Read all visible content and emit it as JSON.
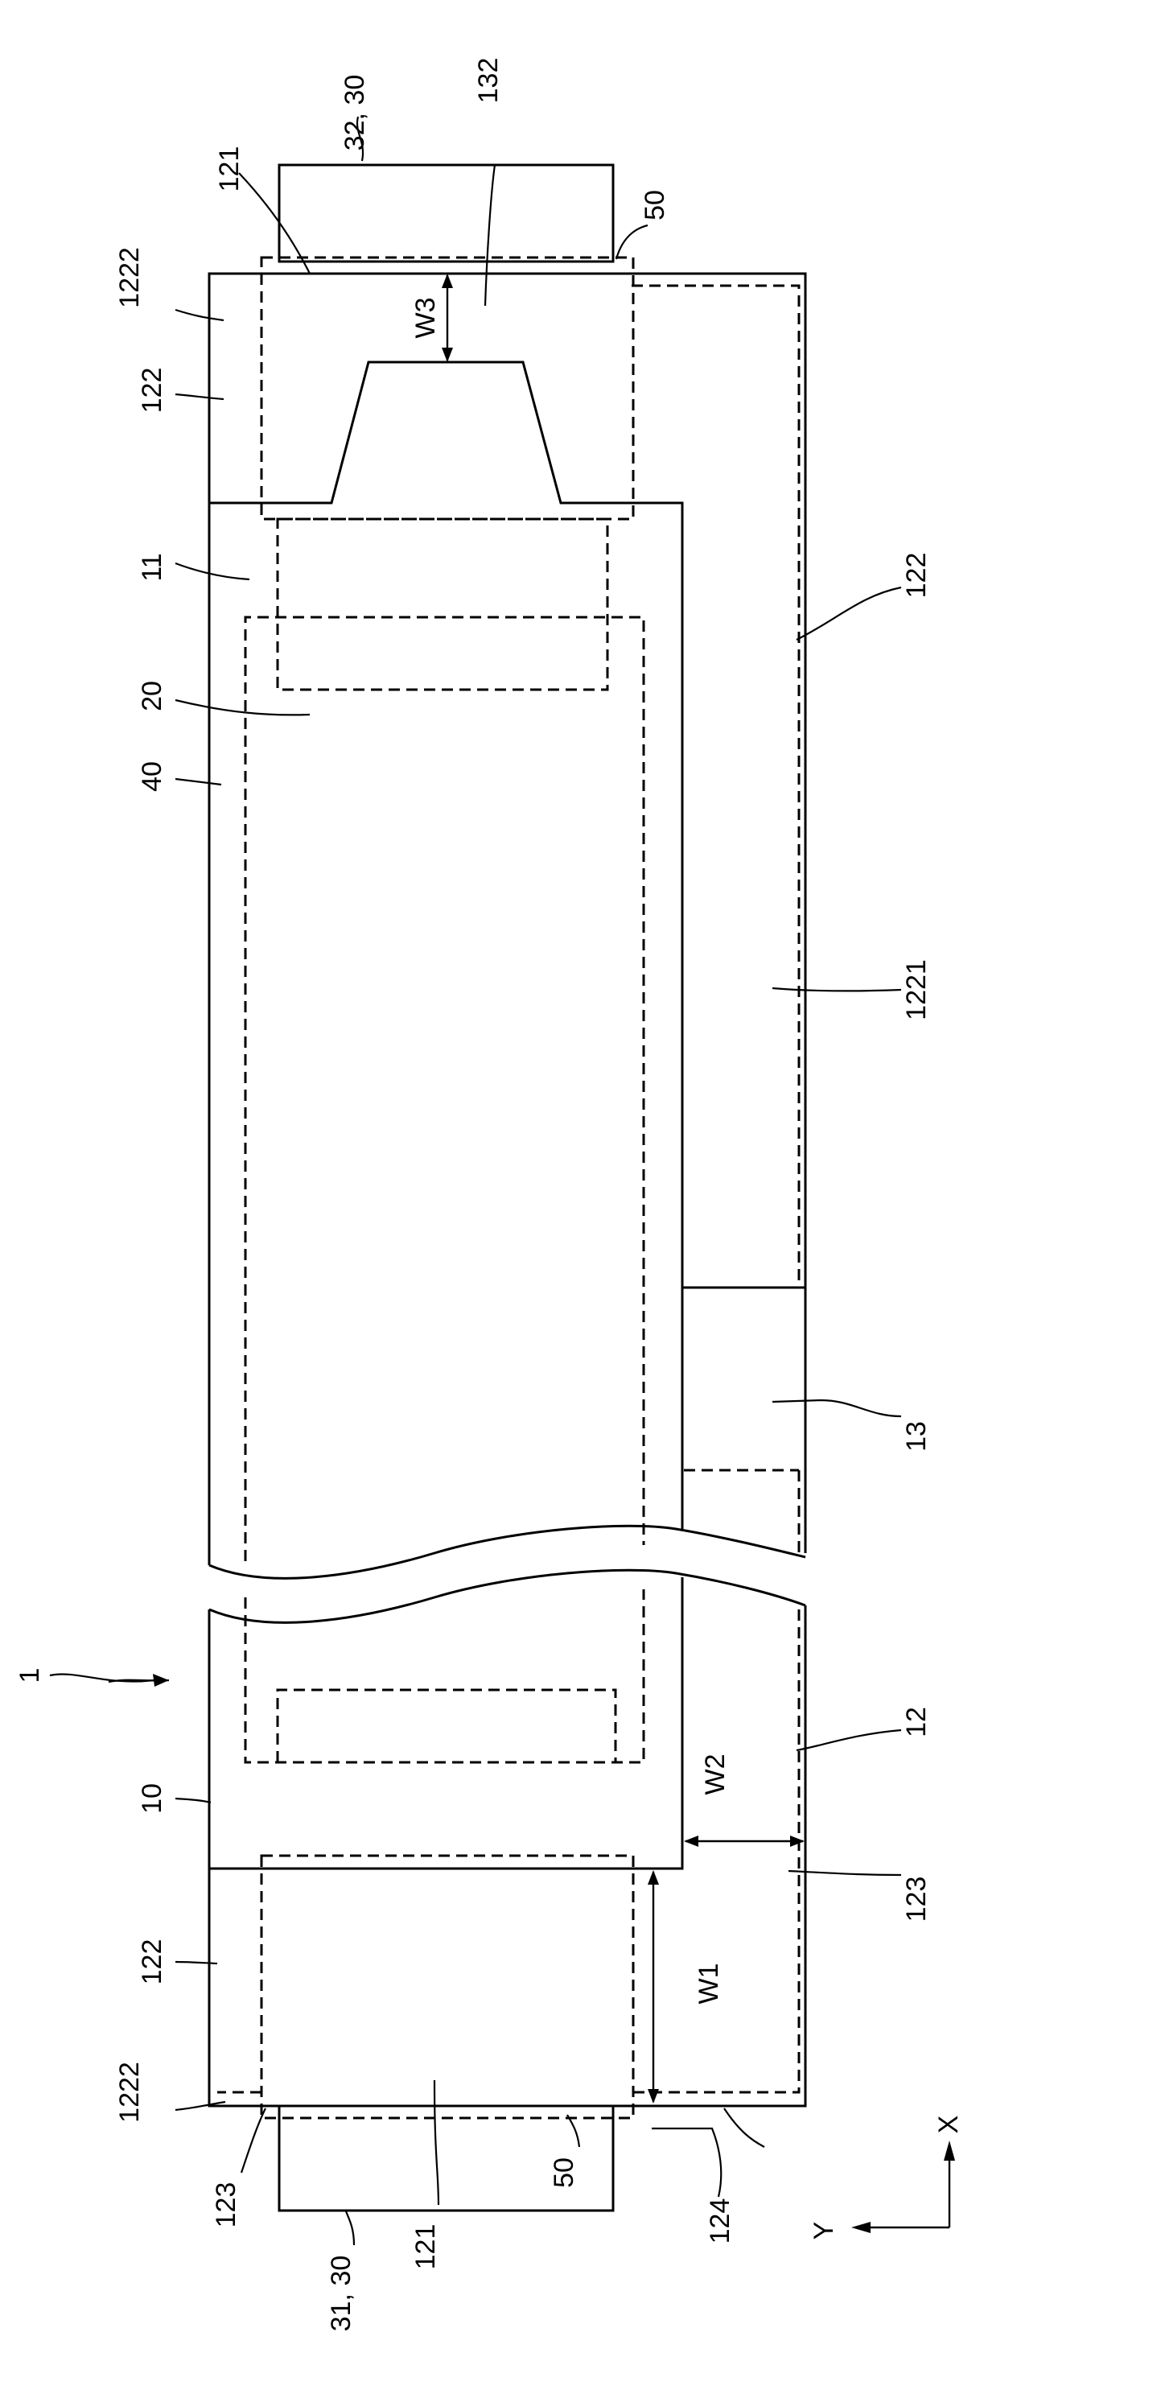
{
  "labels": {
    "tab_top": "32, 30",
    "tab_bottom": "31, 30",
    "tape_top": "50",
    "tape_bottom": "50",
    "lead_121_top": "121",
    "lead_121_bottom": "121",
    "lead_132": "132",
    "lead_1222_top": "1222",
    "lead_1222_bottom": "1222",
    "lead_122_top_left": "122",
    "lead_122_right": "122",
    "lead_122_bottom_left": "122",
    "lead_11": "11",
    "lead_20": "20",
    "lead_40": "40",
    "lead_1221": "1221",
    "lead_13": "13",
    "lead_1": "1",
    "lead_10": "10",
    "lead_12": "12",
    "lead_123_right": "123",
    "lead_123_left": "123",
    "lead_124": "124",
    "dim_w1": "W1",
    "dim_w2": "W2",
    "dim_w3": "W3",
    "axis_x": "X",
    "axis_y": "Y"
  }
}
